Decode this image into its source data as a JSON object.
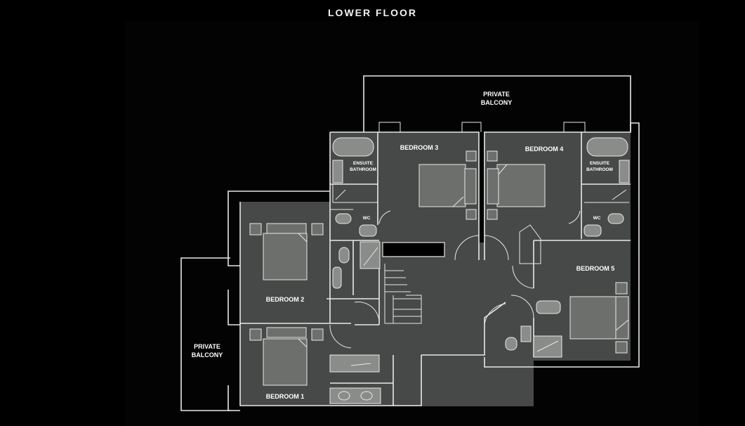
{
  "title": "LOWER FLOOR",
  "labels": {
    "balcony_top_1": "PRIVATE",
    "balcony_top_2": "BALCONY",
    "balcony_left_1": "PRIVATE",
    "balcony_left_2": "BALCONY",
    "bedroom1": "BEDROOM 1",
    "bedroom2": "BEDROOM 2",
    "bedroom3": "BEDROOM 3",
    "bedroom4": "BEDROOM 4",
    "bedroom5": "BEDROOM 5",
    "ensuite_l_1": "ENSUITE",
    "ensuite_l_2": "BATHROOM",
    "ensuite_r_1": "ENSUITE",
    "ensuite_r_2": "BATHROOM",
    "wc_left": "WC",
    "wc_right": "WC"
  },
  "colors": {
    "background": "#000000",
    "room_fill": "#464947",
    "wall": "#e8e8e8",
    "furniture": "#6d6f6d",
    "text": "#ffffff"
  }
}
